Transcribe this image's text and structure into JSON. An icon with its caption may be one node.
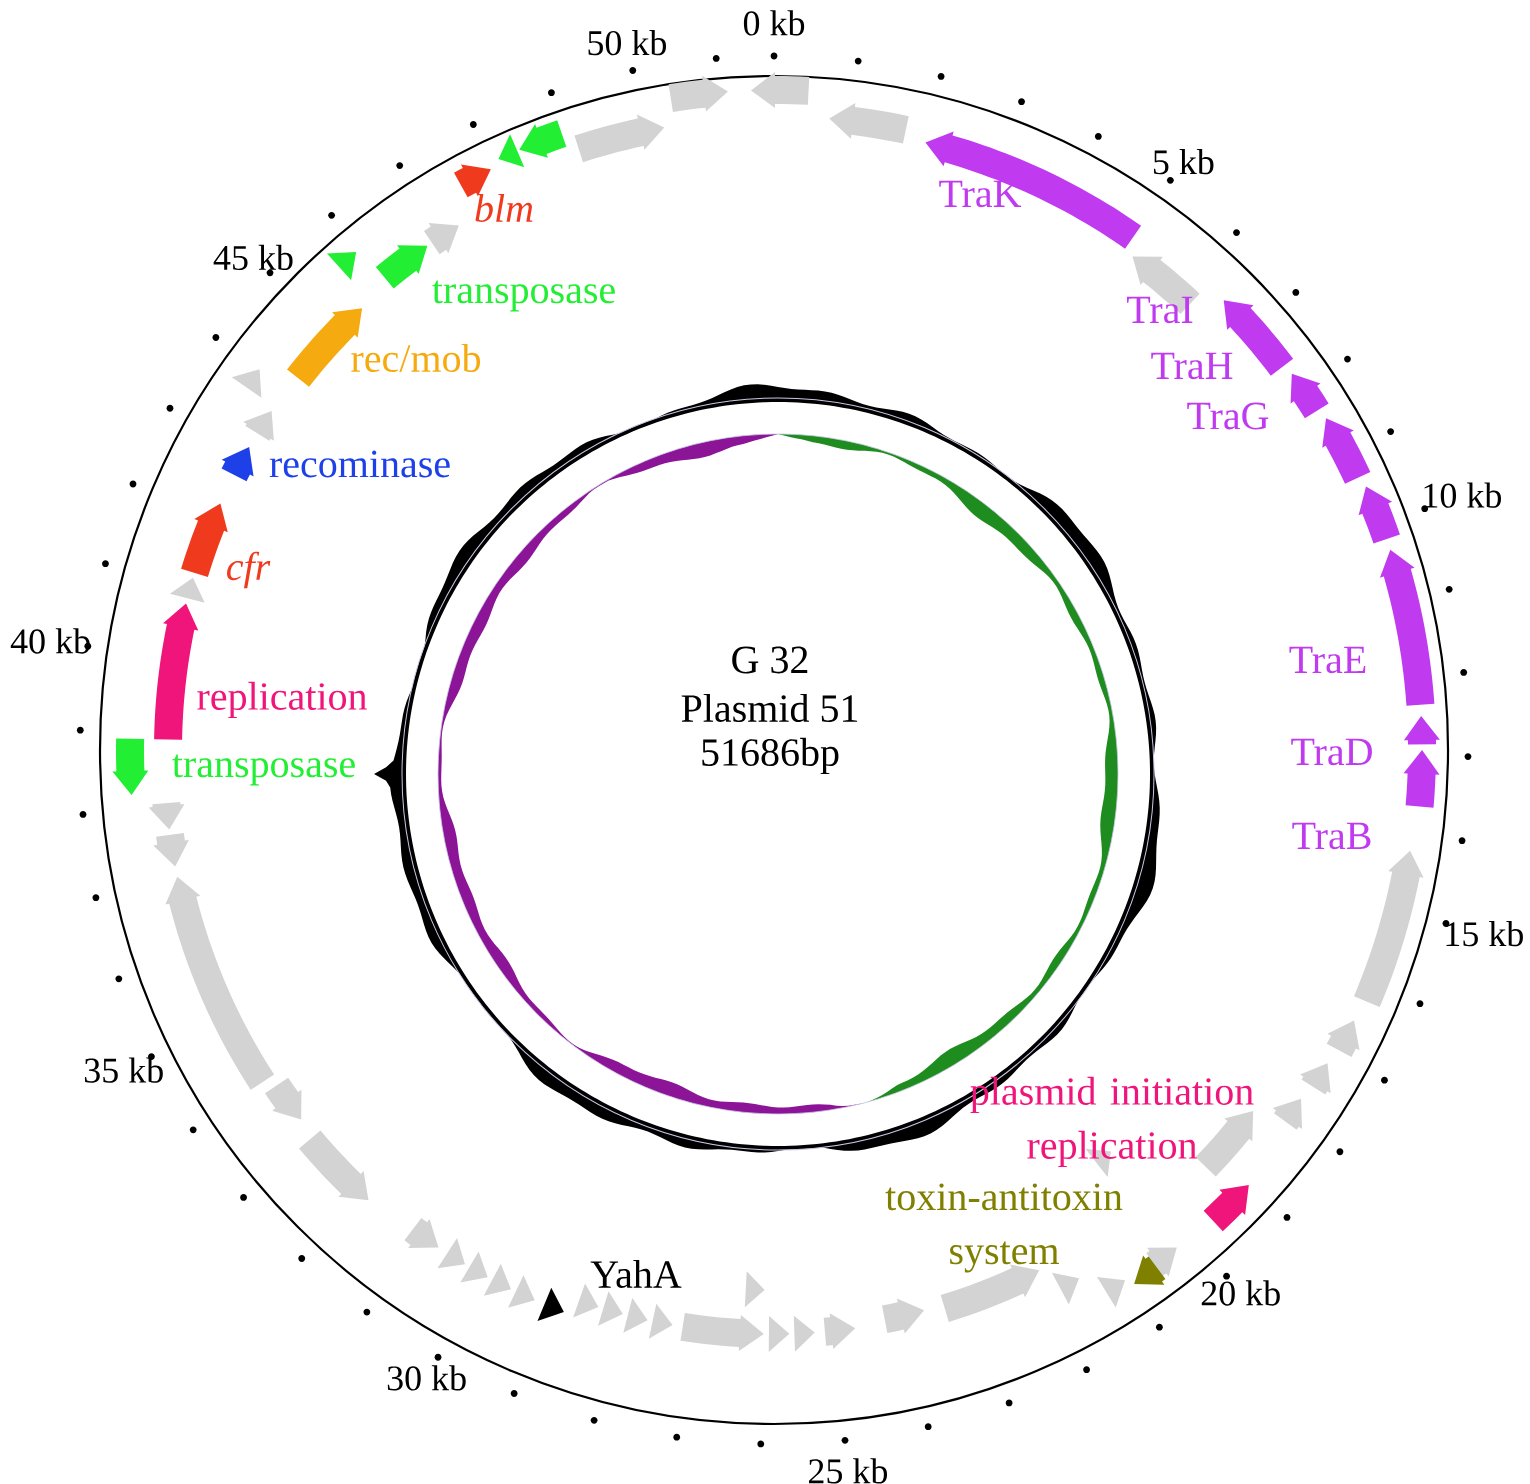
{
  "diagram": {
    "labels": [
      "50 kb",
      "0 kb",
      "blm",
      "TraK",
      "5 kb",
      "transposase",
      "45 kb",
      "rec/mob",
      "TraI",
      "TraH",
      "TraG",
      "10 kb",
      "recominase",
      "cfr",
      "G 32",
      "40 kb",
      "replication",
      "Plasmid 51",
      "TraE",
      "transposase",
      "51686bp",
      "TraD",
      "TraB",
      "15 kb",
      "35 kb",
      "plasmid initiation replication",
      "toxin-antitoxin system",
      "YahA",
      "20 kb",
      "30 kb",
      "25 kb"
    ]
  }
}
